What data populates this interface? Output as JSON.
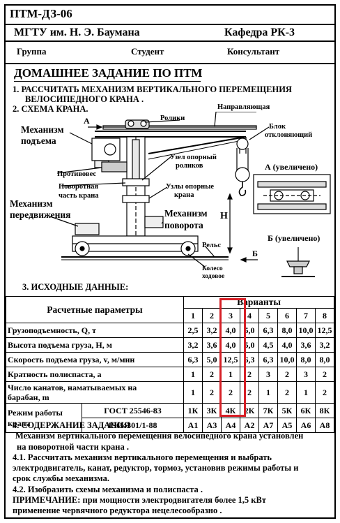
{
  "header": {
    "code": "ПТМ-ДЗ-06",
    "university": "МГТУ им. Н. Э. Баумана",
    "department": "Кафедра РК-3",
    "group_label": "Группа",
    "student_label": "Студент",
    "consultant_label": "Консультант"
  },
  "title": "ДОМАШНЕЕ ЗАДАНИЕ ПО ПТМ",
  "task": {
    "item1": "1. РАССЧИТАТЬ МЕХАНИЗМ ВЕРТИКАЛЬНОГО ПЕРЕМЕЩЕНИЯ",
    "item1_cont": "ВЕЛОСИПЕДНОГО КРАНА .",
    "item2": "2. СХЕМА КРАНА."
  },
  "diagram": {
    "label_a_arrow": "А",
    "rollers": "Ролики",
    "guide": "Направляющая",
    "block": "Блок",
    "block2": "отклоняющий",
    "hoist1": "Механизм",
    "hoist2": "подъема",
    "support_node1": "Узел опорный",
    "support_node2": "роликов",
    "view_a": "А (увеличено)",
    "counterweight": "Противовес",
    "rotating1": "Поворотная",
    "rotating2": "часть крана",
    "support_nodes1": "Узлы опорные",
    "support_nodes2": "крана",
    "travel1": "Механизм",
    "travel2": "передвижения",
    "rotation1": "Механизм",
    "rotation2": "поворота",
    "height": "H",
    "view_b": "Б (увеличено)",
    "rails": "Рельс",
    "label_b_arrow": "Б",
    "wheel1": "Колесо",
    "wheel2": "ходовое"
  },
  "section3": "3. ИСХОДНЫЕ ДАННЫЕ:",
  "table": {
    "params_header": "Расчетные параметры",
    "variants_header": "Варианты",
    "variant_numbers": [
      "1",
      "2",
      "3",
      "4",
      "5",
      "6",
      "7",
      "8"
    ],
    "rows": [
      {
        "label": "Грузоподъемность, Q, т",
        "values": [
          "2,5",
          "3,2",
          "4,0",
          "5,0",
          "6,3",
          "8,0",
          "10,0",
          "12,5"
        ]
      },
      {
        "label": "Высота подъема груза, Н, м",
        "values": [
          "3,2",
          "3,6",
          "4,0",
          "5,0",
          "4,5",
          "4,0",
          "3,6",
          "3,2"
        ]
      },
      {
        "label": "Скорость подъема груза, v, м/мин",
        "values": [
          "6,3",
          "5,0",
          "12,5",
          "6,3",
          "6,3",
          "10,0",
          "8,0",
          "8,0"
        ]
      },
      {
        "label": "Кратность полиспаста, а",
        "values": [
          "1",
          "2",
          "1",
          "2",
          "3",
          "2",
          "3",
          "2"
        ]
      },
      {
        "label1": "Число канатов, наматываемых на",
        "label2": "барабан, m",
        "values": [
          "1",
          "2",
          "2",
          "2",
          "1",
          "2",
          "1",
          "2"
        ]
      }
    ],
    "mode_label1": "Режим работы",
    "mode_label2": "крана",
    "gost1": "ГОСТ 25546-83",
    "gost2": "ISO4301/1-88",
    "mode_gost": [
      "1К",
      "3К",
      "4К",
      "2К",
      "7К",
      "5К",
      "6К",
      "8К"
    ],
    "mode_iso": [
      "А1",
      "А3",
      "А4",
      "А2",
      "А7",
      "А5",
      "А6",
      "А8"
    ]
  },
  "section4": {
    "title": "4. СОДЕРЖАНИЕ ЗАДАНИЯ",
    "p1a": "Механизм вертикального перемещения велосипедного крана установлен",
    "p1b": "на поворотной части крана .",
    "p2a": "4.1. Рассчитать механизм вертикального перемещения и выбрать",
    "p2b": "электродвигатель, канат, редуктор, тормоз, установив режимы работы и",
    "p2c": "срок службы механизма.",
    "p3": "4.2. Изобразить схемы механизма и полиспаста .",
    "p4a": "ПРИМЕЧАНИЕ: при мощности электродвигателя более 1,5 кВт",
    "p4b": "применение червячного редуктора нецелесообразно ."
  },
  "colors": {
    "highlight": "#d61f26",
    "ink": "#000000",
    "paper": "#ffffff"
  }
}
